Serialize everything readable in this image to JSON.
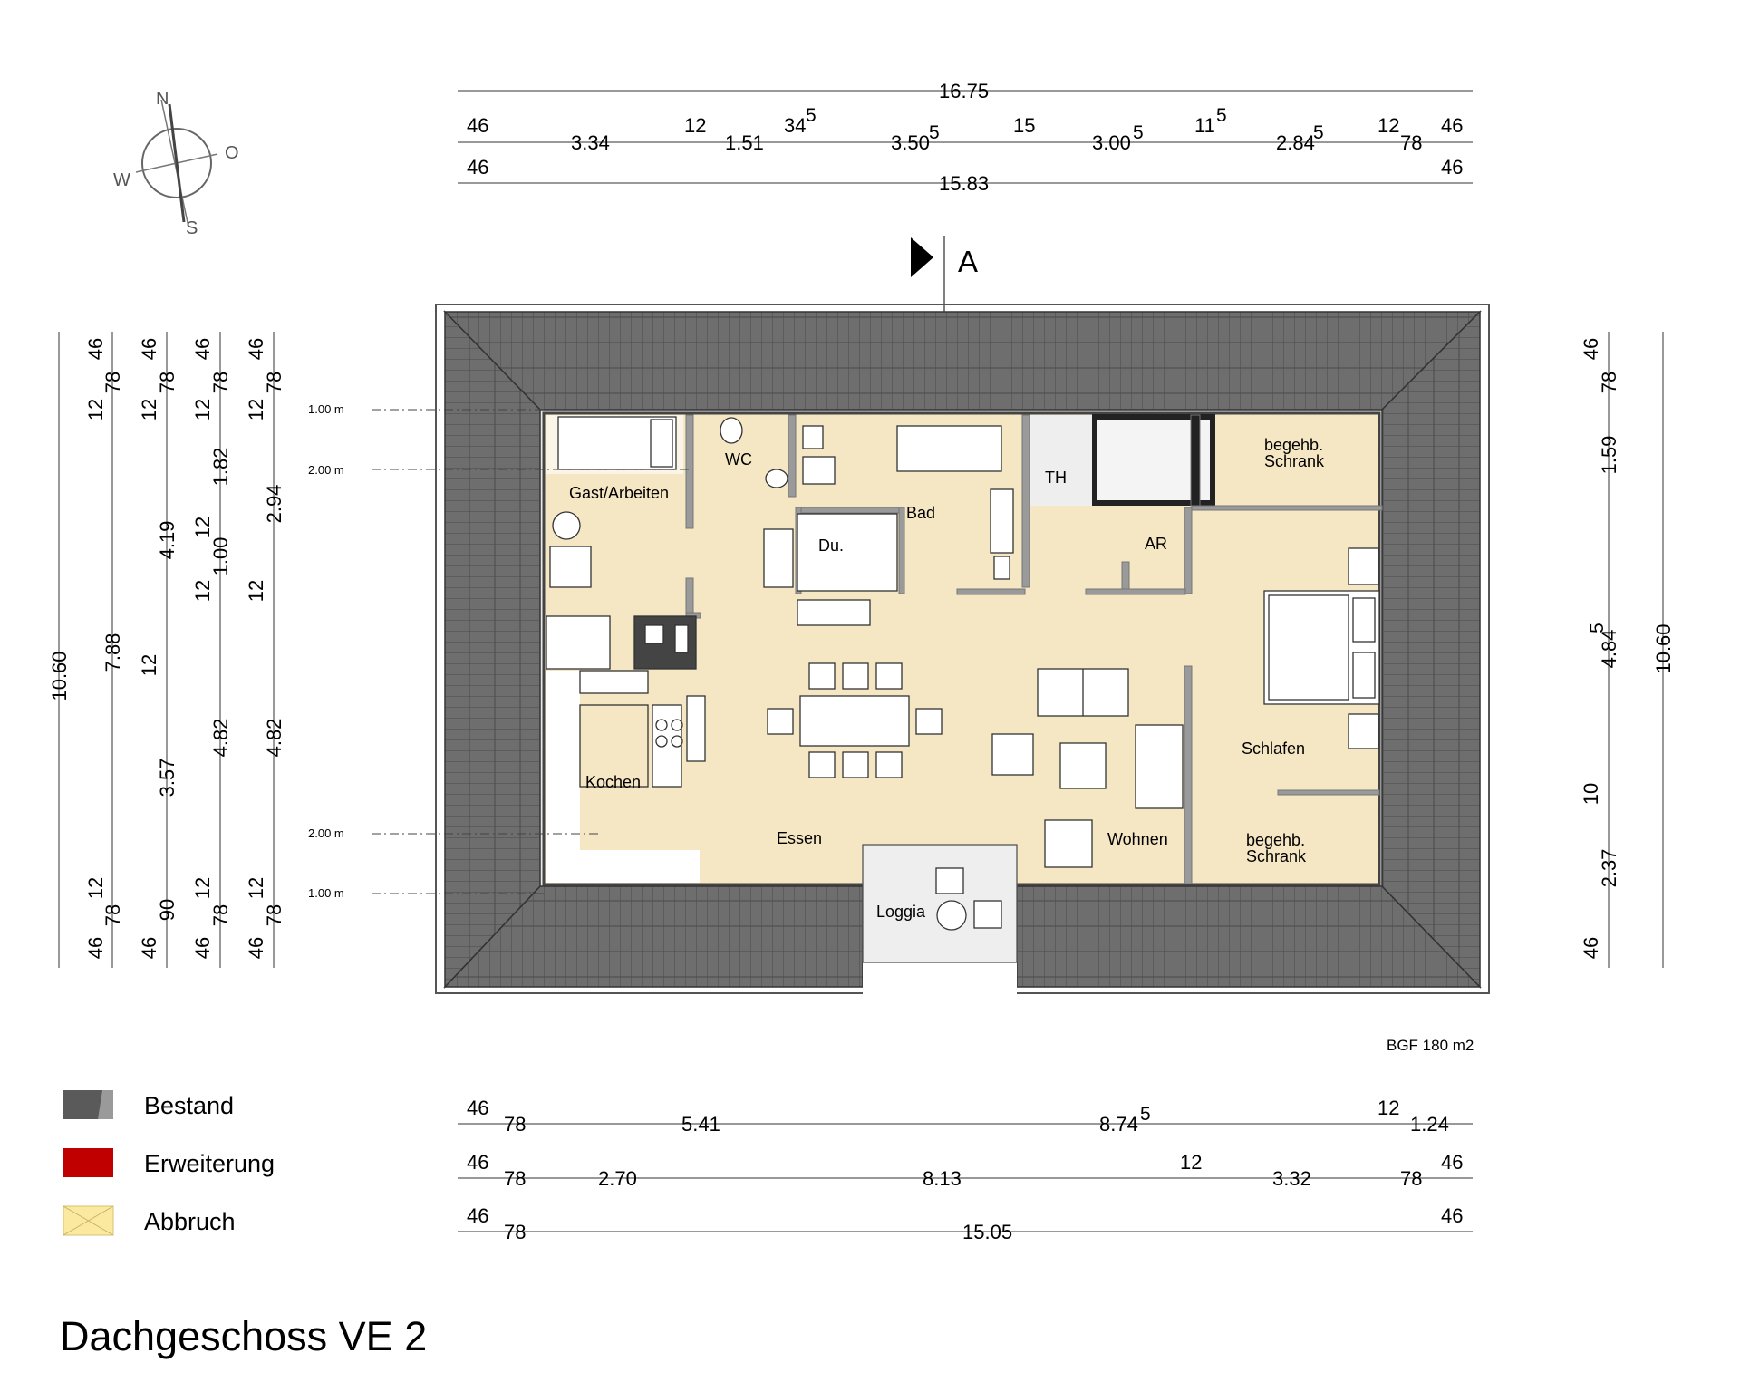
{
  "title": "Dachgeschoss VE 2",
  "bgf": "BGF 180 m2",
  "section_marker": "A",
  "compass": {
    "n": "N",
    "o": "O",
    "s": "S",
    "w": "W"
  },
  "legend": [
    {
      "label": "Bestand",
      "color": "#5a5a5a"
    },
    {
      "label": "Erweiterung",
      "color": "#c00000"
    },
    {
      "label": "Abbruch",
      "color": "#fbe9a0"
    }
  ],
  "rooms": {
    "gast": "Gast/Arbeiten",
    "wc": "WC",
    "bad": "Bad",
    "du": "Du.",
    "th": "TH",
    "ar": "AR",
    "schrank_top_1": "begehb.",
    "schrank_top_2": "Schrank",
    "schlafen": "Schlafen",
    "schrank_bot_1": "begehb.",
    "schrank_bot_2": "Schrank",
    "kochen": "Kochen",
    "essen": "Essen",
    "wohnen": "Wohnen",
    "loggia": "Loggia"
  },
  "levels": {
    "l1": "1.00 m",
    "l2": "2.00 m",
    "l3": "2.00 m",
    "l4": "1.00 m"
  },
  "dims_top": {
    "total": "16.75",
    "r2": [
      "46",
      "3.34",
      "12",
      "1.51",
      "34",
      "5",
      "3.50",
      "5",
      "15",
      "3.00",
      "5",
      "11",
      "5",
      "2.84",
      "5",
      "12",
      "78",
      "46"
    ],
    "r3": [
      "46",
      "15.83",
      "46"
    ]
  },
  "dims_bottom": {
    "r1": [
      "46",
      "78",
      "5.41",
      "8.74",
      "5",
      "12",
      "1.24"
    ],
    "r2": [
      "46",
      "78",
      "2.70",
      "8.13",
      "12",
      "3.32",
      "78",
      "46"
    ],
    "r3": [
      "46",
      "78",
      "15.05",
      "46"
    ]
  },
  "dims_left": {
    "c1": [
      "10.60"
    ],
    "c2": [
      "46",
      "78",
      "12",
      "7.88",
      "12",
      "78",
      "46"
    ],
    "c3": [
      "46",
      "78",
      "12",
      "4.19",
      "12",
      "3.57",
      "90",
      "46"
    ],
    "c4": [
      "46",
      "78",
      "12",
      "1.82",
      "12",
      "1.00",
      "12",
      "4.82",
      "12",
      "78",
      "46"
    ],
    "c5": [
      "46",
      "78",
      "12",
      "2.94",
      "12",
      "4.82",
      "12",
      "78",
      "46"
    ]
  },
  "dims_right": {
    "c1": [
      "46",
      "78",
      "1.59",
      "4.84",
      "5",
      "10",
      "2.37",
      "46"
    ],
    "c2": [
      "10.60"
    ]
  }
}
